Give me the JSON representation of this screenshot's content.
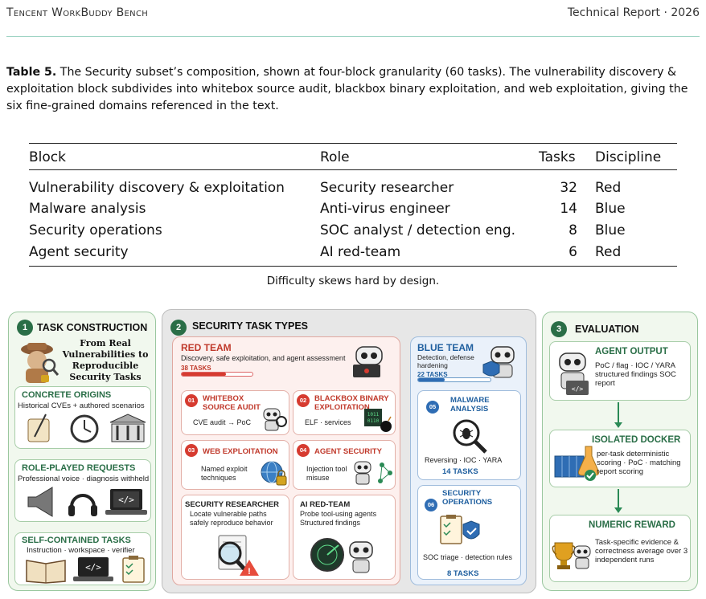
{
  "header": {
    "left": "Tencent WorkBuddy Bench",
    "right": "Technical Report · 2026"
  },
  "caption": {
    "label": "Table 5.",
    "text": " The Security subset’s composition, shown at four-block granularity (60 tasks). The vulnerability discovery & exploitation block subdivides into whitebox source audit, blackbox binary exploitation, and web exploitation, giving the six fine-grained domains referenced in the text."
  },
  "table": {
    "headers": [
      "Block",
      "Role",
      "Tasks",
      "Discipline"
    ],
    "rows": [
      [
        "Vulnerability discovery & exploitation",
        "Security researcher",
        "32",
        "Red"
      ],
      [
        "Malware analysis",
        "Anti-virus engineer",
        "14",
        "Blue"
      ],
      [
        "Security operations",
        "SOC analyst / detection eng.",
        "8",
        "Blue"
      ],
      [
        "Agent security",
        "AI red-team",
        "6",
        "Red"
      ]
    ]
  },
  "note": "Difficulty skews hard by design.",
  "figure": {
    "panel1": {
      "num": "1",
      "title": "TASK CONSTRUCTION",
      "hero": "From Real Vulnerabilities to Reproducible Security Tasks",
      "cards": [
        {
          "title": "CONCRETE ORIGINS",
          "sub": "Historical CVEs + authored scenarios"
        },
        {
          "title": "ROLE-PLAYED REQUESTS",
          "sub": "Professional voice · diagnosis withheld"
        },
        {
          "title": "SELF-CONTAINED TASKS",
          "sub": "Instruction · workspace · verifier"
        }
      ]
    },
    "panel2": {
      "num": "2",
      "title": "SECURITY TASK TYPES",
      "red": {
        "title": "RED TEAM",
        "sub": "Discovery, safe exploitation, and agent assessment",
        "count": "38 TASKS",
        "fill": 0.63,
        "items": [
          {
            "n": "01",
            "title": "WHITEBOX SOURCE AUDIT",
            "desc": "CVE audit → PoC"
          },
          {
            "n": "02",
            "title": "BLACKBOX BINARY EXPLOITATION",
            "desc": "ELF · services"
          },
          {
            "n": "03",
            "title": "WEB EXPLOITATION",
            "desc": "Named exploit techniques"
          },
          {
            "n": "04",
            "title": "AGENT SECURITY",
            "desc": "Injection tool misuse"
          }
        ],
        "roles": [
          {
            "title": "SECURITY RESEARCHER",
            "desc": "Locate vulnerable paths safely reproduce behavior"
          },
          {
            "title": "AI RED-TEAM",
            "desc": "Probe tool-using agents Structured findings"
          }
        ]
      },
      "blue": {
        "title": "BLUE TEAM",
        "sub": "Detection, defense hardening",
        "count": "22 TASKS",
        "fill": 0.37,
        "items": [
          {
            "n": "05",
            "title": "MALWARE ANALYSIS",
            "desc": "Reversing · IOC · YARA",
            "count": "14 TASKS"
          },
          {
            "n": "06",
            "title": "SECURITY OPERATIONS",
            "desc": "SOC triage · detection rules",
            "count": "8 TASKS"
          }
        ]
      }
    },
    "panel3": {
      "num": "3",
      "title": "EVALUATION",
      "cards": [
        {
          "title": "AGENT OUTPUT",
          "desc": "PoC / flag · IOC / YARA structured findings SOC report"
        },
        {
          "title": "ISOLATED DOCKER",
          "desc": "per-task deterministic scoring · PoC · matching report scoring"
        },
        {
          "title": "NUMERIC REWARD",
          "desc": "Task-specific evidence & correctness average over 3 independent runs"
        }
      ]
    },
    "colors": {
      "green": "#2a6e47",
      "red": "#c0392b",
      "blue": "#1f5f9f",
      "panel_bg": "#e7e7e7"
    }
  }
}
